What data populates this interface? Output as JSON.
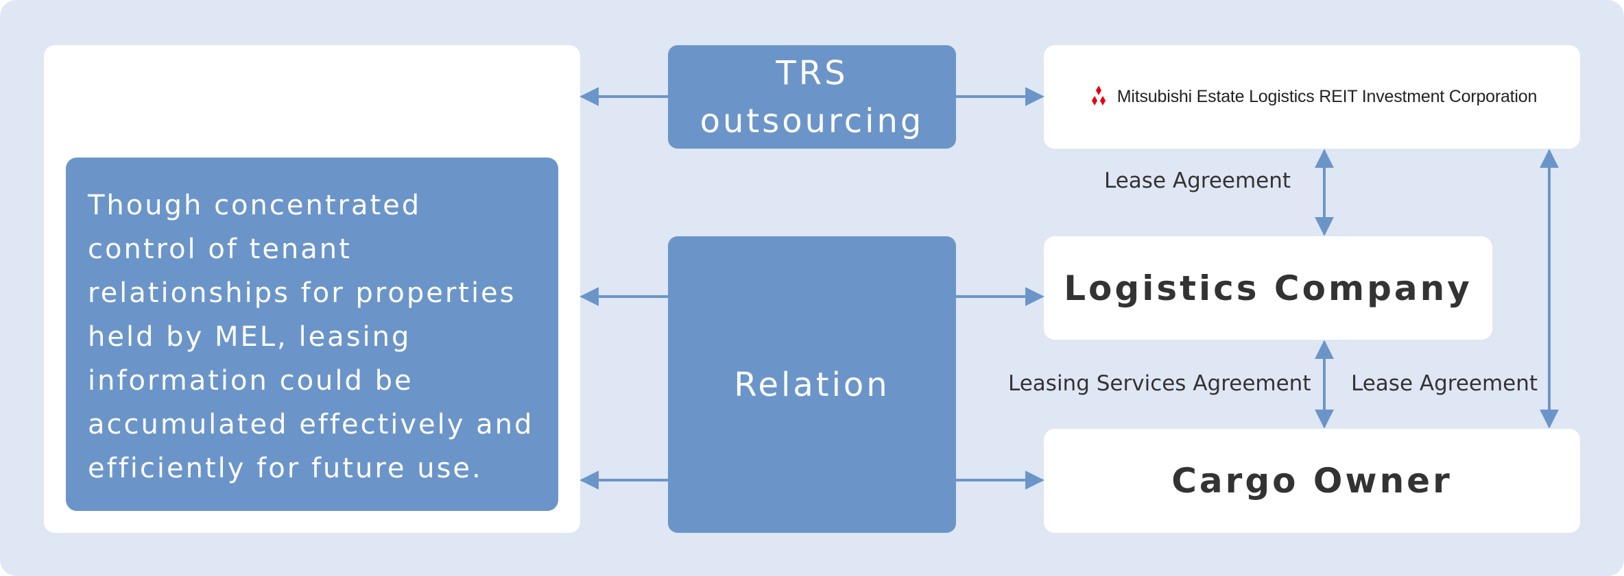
{
  "trs": {
    "line1": "TRS",
    "line2": "outsourcing"
  },
  "relation": "Relation",
  "note": {
    "lines": [
      "Though concentrated",
      "control of tenant",
      "relationships for properties",
      "held by MEL, leasing",
      "information could be",
      "accumulated effectively and",
      "efficiently for future use."
    ]
  },
  "reit": {
    "name": "Mitsubishi Estate Logistics REIT Investment Corporation",
    "logo_icon": "mitsubishi-three-diamonds-logo",
    "logo_color": "#e60012"
  },
  "logistics_company": "Logistics Company",
  "cargo_owner": "Cargo Owner",
  "labels": {
    "lease_top": "Lease Agreement",
    "leasing_services": "Leasing Services Agreement",
    "lease_right": "Lease Agreement"
  },
  "colors": {
    "background": "#dfe6f4",
    "box_blue": "#6b95c9",
    "arrow": "#6b95c9",
    "text_dark": "#333333"
  }
}
